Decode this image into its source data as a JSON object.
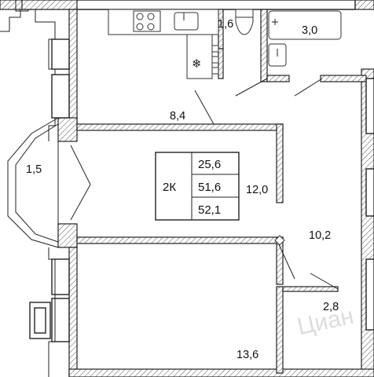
{
  "rooms": {
    "bathroom_small": "1,6",
    "bathroom_large": "3,0",
    "kitchen_hall": "8,4",
    "balcony": "1,5",
    "living_room": "12,0",
    "corridor": "10,2",
    "storage": "2,8",
    "bedroom": "13,6"
  },
  "summary": {
    "type": "2К",
    "living_area": "25,6",
    "total_area": "51,6",
    "total_with_balcony": "52,1"
  },
  "watermark": "Циан"
}
